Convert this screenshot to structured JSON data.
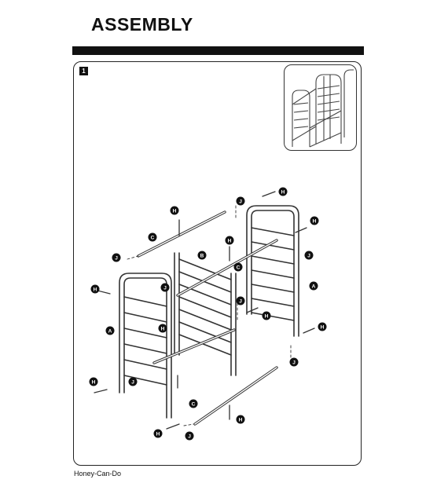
{
  "header": {
    "title": "ASSEMBLY"
  },
  "step": {
    "number": "1"
  },
  "labels": {
    "a": "A",
    "b": "B",
    "c": "C",
    "h": "H",
    "j": "J"
  },
  "footer": {
    "brand": "Honey-Can-Do"
  },
  "colors": {
    "ink": "#111111",
    "line": "#333333"
  }
}
